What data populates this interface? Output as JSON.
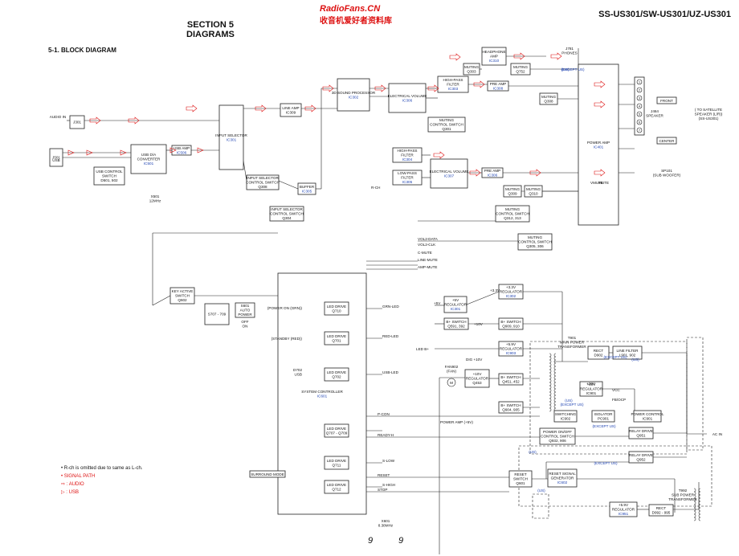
{
  "header": {
    "section": "SECTION 5",
    "diagrams": "DIAGRAMS",
    "model": "SS-US301/SW-US301/UZ-US301",
    "watermark_top": "RadioFans.CN",
    "watermark_sub": "收音机爱好者资料库",
    "subtitle": "5-1.   BLOCK  DIAGRAM"
  },
  "page_numbers": [
    "9",
    "9"
  ],
  "legend": {
    "note": "• R-ch is omitted due to same as L-ch.",
    "signal_path": "• SIGNAL PATH",
    "audio": ": AUDIO",
    "usb": ": USB"
  },
  "blocks": [
    {
      "id": "j301",
      "title": "J301",
      "label": "AUDIO IN"
    },
    {
      "id": "j501",
      "title": "J501",
      "label": "USB"
    },
    {
      "id": "usb_dac",
      "title": "USB D/A\nCONVERTER",
      "ic": "IC501"
    },
    {
      "id": "usb_ctrl",
      "title": "USB CONTROL\nSWITCH\nD501, 502"
    },
    {
      "id": "usb_amp",
      "title": "USB AMP",
      "ic": "IC506"
    },
    {
      "id": "input_sel",
      "title": "INPUT SELECTOR",
      "ic": "IC301"
    },
    {
      "id": "line_amp",
      "title": "LINE AMP\nIC309"
    },
    {
      "id": "isel_ctrl",
      "title": "INPUT SELECTOR\nCONTROL SWITCH\nQ308"
    },
    {
      "id": "buffer",
      "title": "BUFFER",
      "ic": "IC305"
    },
    {
      "id": "isel_ctrl2",
      "title": "INPUT SELECTOR\nCONTROL SWITCH\nQ304"
    },
    {
      "id": "sound3d",
      "title": "3D SOUND PROCESSOR",
      "ic": "IC302"
    },
    {
      "id": "evol1",
      "title": "ELECTRICAL VOLUME",
      "ic": "IC306"
    },
    {
      "id": "hpf1",
      "title": "HIGH-PASS\nFILTER",
      "ic": "IC303"
    },
    {
      "id": "muting_ctrl1",
      "title": "MUTING\nCONTROL SWITCH\nQ301"
    },
    {
      "id": "muting1",
      "title": "MUTING\nQ303"
    },
    {
      "id": "hp_amp",
      "title": "HEADPHONE\nAMP",
      "ic": "IC310"
    },
    {
      "id": "muting2",
      "title": "MUTING\nQ752"
    },
    {
      "id": "pre_amp1",
      "title": "PRE AMP",
      "ic": "IC308"
    },
    {
      "id": "muting3",
      "title": "MUTING\nQ308"
    },
    {
      "id": "hpf2",
      "title": "HIGH-PASS\nFILTER",
      "ic": "IC304"
    },
    {
      "id": "lpf",
      "title": "LOW-PASS\nFILTER",
      "ic": "IC305"
    },
    {
      "id": "evol2",
      "title": "ELECTRICAL VOLUME",
      "ic": "IC307"
    },
    {
      "id": "pre_amp2",
      "title": "PRE AMP",
      "ic": "IC306"
    },
    {
      "id": "muting4",
      "title": "MUTING\nQ309"
    },
    {
      "id": "muting5",
      "title": "MUTING\nQ310"
    },
    {
      "id": "muting_ctrl2",
      "title": "MUTING\nCONTROL SWITCH\nQ312, 313"
    },
    {
      "id": "muting_ctrl3",
      "title": "MUTING\nCONTROL SWITCH\nQ305, 306"
    },
    {
      "id": "power_amp",
      "title": "POWER AMP",
      "ic": "IC401"
    },
    {
      "id": "sys_ctrl",
      "title": "SYSTEM CONTROLLER",
      "ic": "IC601"
    },
    {
      "id": "key_active",
      "title": "KEY ACTIVE\nSWITCH\nQ602"
    },
    {
      "id": "sw_707",
      "title": "S707 - 709"
    },
    {
      "id": "auto_power",
      "title": "S601\nAUTO\nPOWER"
    },
    {
      "id": "led1",
      "title": "LED DRIVE\nQ710"
    },
    {
      "id": "led2",
      "title": "LED DRIVE\nQ701"
    },
    {
      "id": "led3",
      "title": "LED DRIVE\nQ702"
    },
    {
      "id": "led4",
      "title": "LED DRIVE\nQ707 - Q709"
    },
    {
      "id": "led5",
      "title": "LED DRIVE\nQ711"
    },
    {
      "id": "led6",
      "title": "LED DRIVE\nQ712"
    },
    {
      "id": "reg5v",
      "title": "+5V\nREGULATOR",
      "ic": "IC301"
    },
    {
      "id": "reg33",
      "title": "+3.3V\nREGULATOR",
      "ic": "IC302"
    },
    {
      "id": "bsw1",
      "title": "B+ SWITCH\nQ591, 392"
    },
    {
      "id": "bsw2",
      "title": "B+ SWITCH\nQ909, 910"
    },
    {
      "id": "reg59",
      "title": "+5.9V\nREGULATOR",
      "ic": "IC903"
    },
    {
      "id": "reg10",
      "title": "+10V\nREGULATOR\nQ453"
    },
    {
      "id": "bsw3",
      "title": "B+ SWITCH\nQ451, 452"
    },
    {
      "id": "bsw4",
      "title": "B+ SWITCH\nQ904, 905"
    },
    {
      "id": "rect1",
      "title": "RECT\nD902"
    },
    {
      "id": "line_filter",
      "title": "LINE FILTER\nL901, 902"
    },
    {
      "id": "reg20",
      "title": "+20V\nREGULATOR\nIC901"
    },
    {
      "id": "switching",
      "title": "SWITCHING\nIC902"
    },
    {
      "id": "isolator",
      "title": "ISOLATOR\nPC901"
    },
    {
      "id": "pwr_ctrl",
      "title": "POWER CONTROL\nIC901"
    },
    {
      "id": "pwr_onoff",
      "title": "POWER ON/OFF\nCONTROL SWITCH\nQ932, 906"
    },
    {
      "id": "relay1",
      "title": "RELAY DRIVE\nQ951"
    },
    {
      "id": "relay2",
      "title": "RELAY DRIVE\nQ952"
    },
    {
      "id": "reset",
      "title": "RESET\nSWITCH\nQ601"
    },
    {
      "id": "reset_gen",
      "title": "RESET SIGNAL\nGENERATOR",
      "ic": "IC602"
    },
    {
      "id": "reg59b",
      "title": "+5.9V\nREGULATOR",
      "ic": "IC951"
    },
    {
      "id": "rect2",
      "title": "RECT\nD992 - 995"
    }
  ],
  "labels": {
    "main_transformer": "T901\nMAIN POWER\nTRANSFORMER",
    "sub_transformer": "T992\nSUB POWER\nTRANSFORMER",
    "speaker": "J464\nSPEAKER",
    "satellite": "( TO SATELLITE\nSPEAKER (L/R))\n(SS-US301)",
    "front": "FRONT",
    "center": "CENTER",
    "subwoofer": "SP101\n(SUB WOOFER)",
    "phones": "J781\nPHONES",
    "ac_in": "AC IN",
    "fan": "FAN902\n(FAN)",
    "xtal1": "X501\n12MHz",
    "xtal2": "X601\n8.38MHz",
    "power_on": "(POWER ON (GRN))",
    "standby": "(STANDBY (RED))",
    "surround": "SURROUND MODE",
    "usb_led": "D702\nUSB",
    "auto_off": "OFF\n\nON",
    "except_us": "(EXCEPT US)",
    "us": "(US)",
    "led_b": "LED B+",
    "signals": [
      "GRN-LED",
      "RED-LED",
      "USB-LED",
      "S-LOW",
      "S-HIGH",
      "P-CON",
      "READY-H",
      "RESET",
      "STOP",
      "C-MUTE",
      "LINE-MUTE",
      "AMP-MUTE",
      "VOL2-DATA",
      "VOL2-CLK",
      "R-CH",
      "+3.3V",
      "+5V",
      "+10V",
      "+20V",
      "VCC",
      "FB/OCP",
      "DIG +10V",
      "POWER AMP (+5V)",
      "VMUTE",
      "MUTE"
    ]
  }
}
